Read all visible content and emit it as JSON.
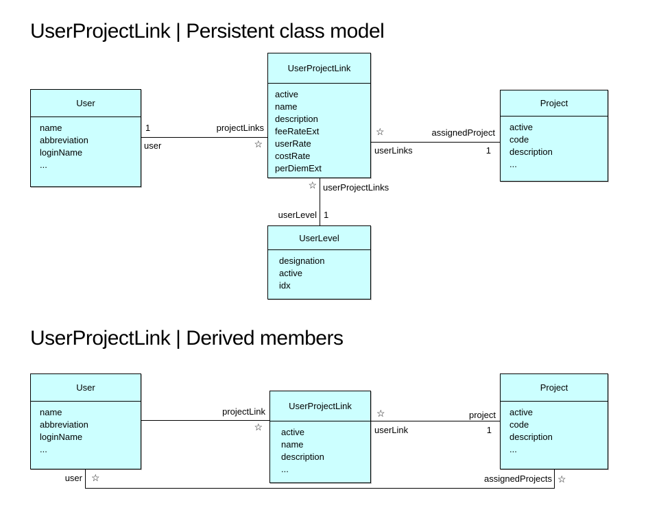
{
  "colors": {
    "class_fill": "#ccffff",
    "class_border": "#000000",
    "line": "#000000",
    "background": "#ffffff",
    "text": "#000000"
  },
  "icons": {
    "many_star": "☆"
  },
  "d1": {
    "title": "UserProjectLink | Persistent class model",
    "classes": [
      {
        "name": "User",
        "attrs": [
          "name",
          "abbreviation",
          "loginName",
          "..."
        ]
      },
      {
        "name": "UserProjectLink",
        "attrs": [
          "active",
          "name",
          "description",
          "feeRateExt",
          "userRate",
          "costRate",
          "perDiemExt"
        ]
      },
      {
        "name": "Project",
        "attrs": [
          "active",
          "code",
          "description",
          "..."
        ]
      },
      {
        "name": "UserLevel",
        "attrs": [
          "designation",
          "active",
          "idx"
        ]
      }
    ],
    "assoc_user_upl": {
      "user_mult": "1",
      "user_role": "user",
      "upl_role": "projectLinks",
      "upl_mult": "☆"
    },
    "assoc_upl_project": {
      "upl_mult": "☆",
      "upl_role": "userLinks",
      "project_role": "assignedProject",
      "project_mult": "1"
    },
    "assoc_upl_userlevel": {
      "upl_mult": "☆",
      "upl_role": "userProjectLinks",
      "userlevel_role": "userLevel",
      "userlevel_mult": "1"
    }
  },
  "d2": {
    "title": "UserProjectLink | Derived members",
    "classes": [
      {
        "name": "User",
        "attrs": [
          "name",
          "abbreviation",
          "loginName",
          "..."
        ]
      },
      {
        "name": "UserProjectLink",
        "attrs": [
          "active",
          "name",
          "description",
          "..."
        ]
      },
      {
        "name": "Project",
        "attrs": [
          "active",
          "code",
          "description",
          "..."
        ]
      }
    ],
    "assoc_user_upl": {
      "upl_role": "projectLink",
      "upl_mult": "☆"
    },
    "assoc_upl_project": {
      "upl_mult": "☆",
      "upl_role": "userLink",
      "project_role": "project",
      "project_mult": "1"
    },
    "assoc_user_project": {
      "user_role": "user",
      "user_mult": "☆",
      "project_role": "assignedProjects",
      "project_mult": "☆"
    }
  }
}
